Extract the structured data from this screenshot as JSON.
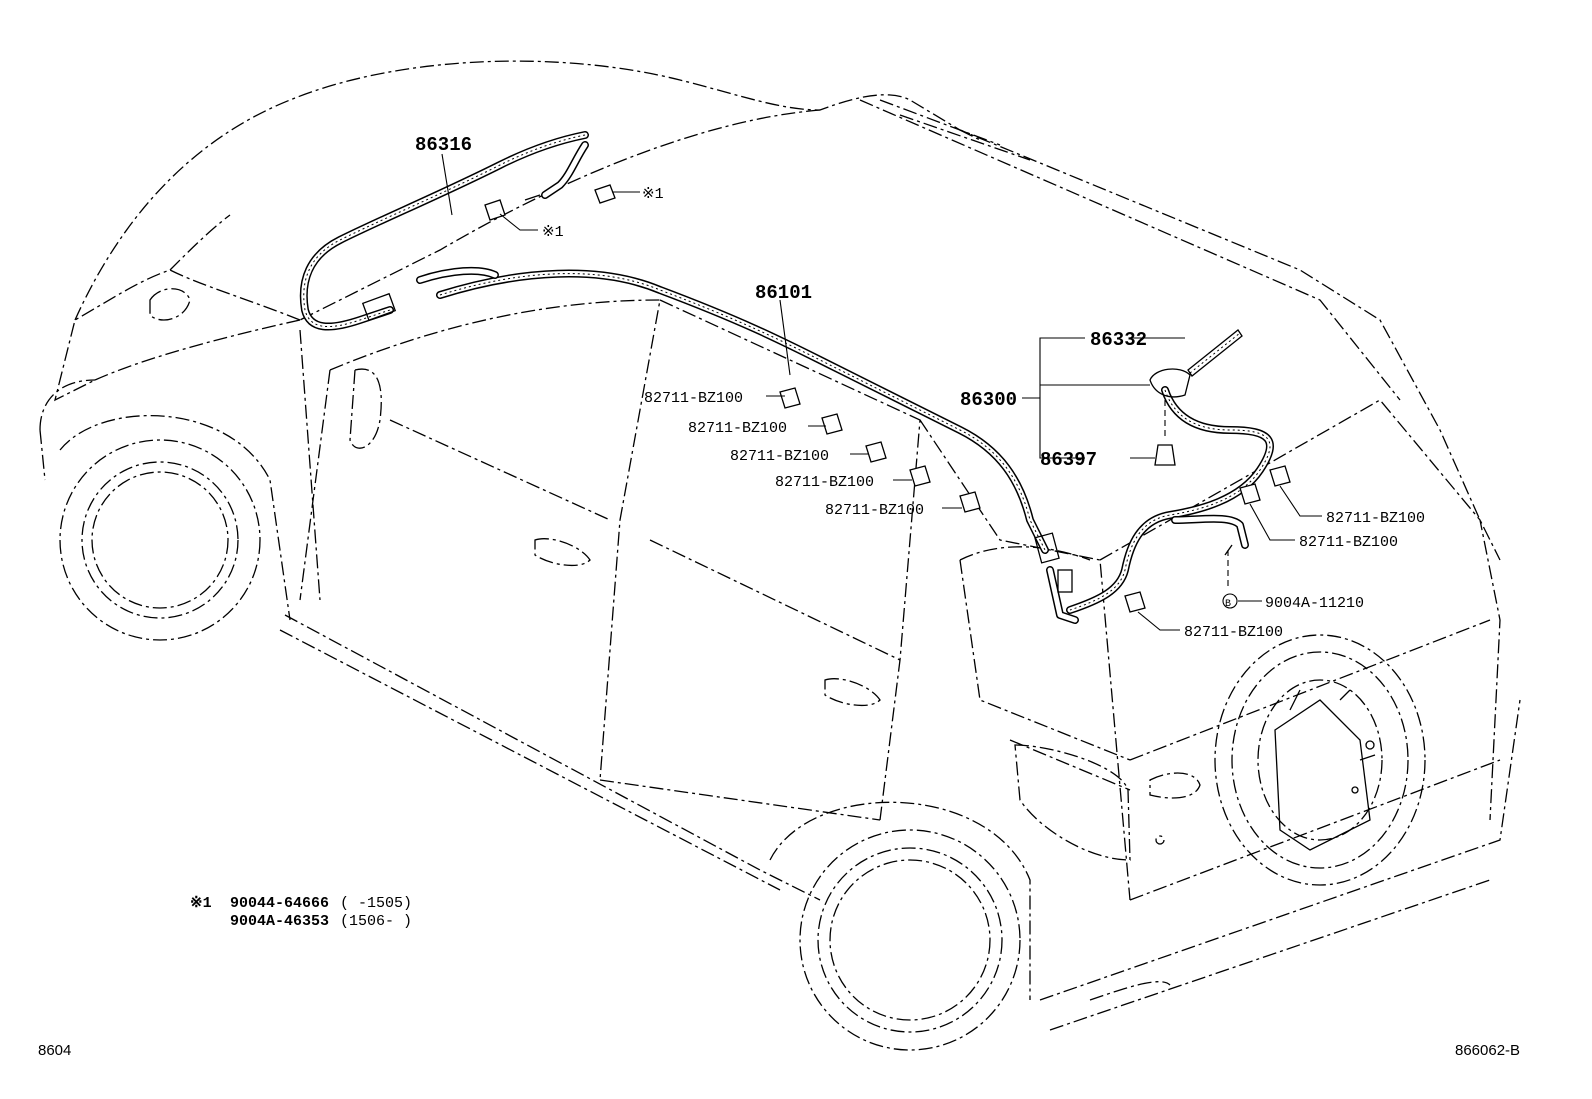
{
  "parts": {
    "p86316": "86316",
    "p86101": "86101",
    "p86332": "86332",
    "p86300": "86300",
    "p86397": "86397",
    "clip": "82711-BZ100",
    "bolt": "9004A-11210",
    "mark_b": "B",
    "ref_mark": "※1"
  },
  "note": {
    "mark": "※1",
    "line1_part": "90044-64666",
    "line1_range": "(      -1505)",
    "line2_part": "9004A-46353",
    "line2_range": "(1506-      )"
  },
  "footer": {
    "left": "8604",
    "right": "866062-B"
  }
}
